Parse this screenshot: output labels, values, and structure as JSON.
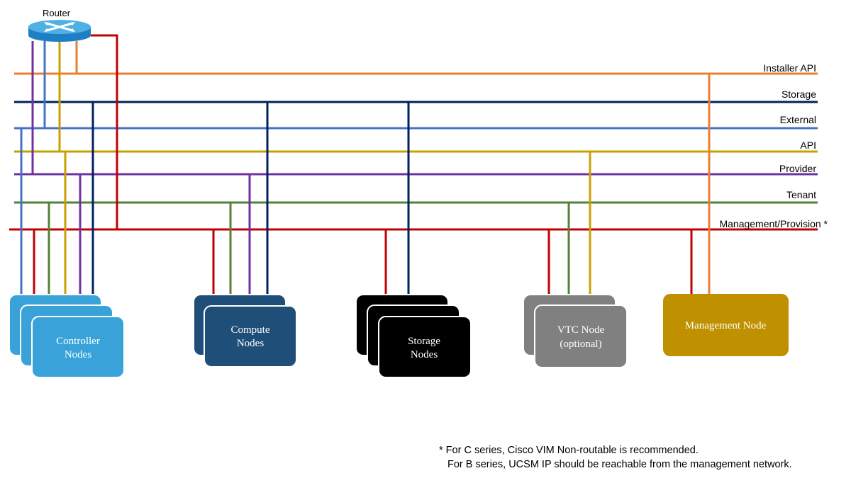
{
  "router": {
    "label": "Router",
    "icon": "router-icon"
  },
  "networks": {
    "installer_api": {
      "label": "Installer API",
      "color": "#ED7D31"
    },
    "storage": {
      "label": "Storage",
      "color": "#002060"
    },
    "external": {
      "label": "External",
      "color": "#4472C4"
    },
    "api": {
      "label": "API",
      "color": "#C9A000"
    },
    "provider": {
      "label": "Provider",
      "color": "#7030A0"
    },
    "tenant": {
      "label": "Tenant",
      "color": "#548235"
    },
    "management": {
      "label": "Management/Provision *",
      "color": "#C00000"
    }
  },
  "nodes": {
    "controller": {
      "line1": "Controller",
      "line2": "Nodes",
      "color": "#39A3D9"
    },
    "compute": {
      "line1": "Compute",
      "line2": "Nodes",
      "color": "#1F4E79"
    },
    "storage": {
      "line1": "Storage",
      "line2": "Nodes",
      "color": "#000000"
    },
    "vtc": {
      "line1": "VTC Node",
      "line2": "(optional)",
      "color": "#808080"
    },
    "management": {
      "label": "Management Node",
      "color": "#BF9000"
    }
  },
  "footnote": {
    "line1": "* For C series, Cisco VIM Non-routable is recommended.",
    "line2": "For B series, UCSM IP should be reachable from the management network."
  }
}
